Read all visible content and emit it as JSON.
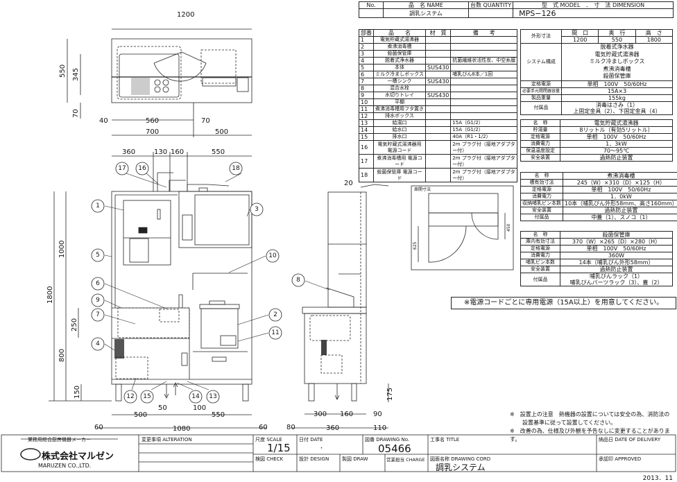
{
  "header": {
    "no_label": "No.",
    "name_label": "品　名 NAME",
    "qty_label": "台数 QUANTITY",
    "model_label": "型　式 MODEL　．　寸　法 DIMENSION",
    "product_name": "調乳システム",
    "model": "MPS−126"
  },
  "parts": {
    "headers": [
      "部番",
      "品　　名",
      "材　質",
      "備　　考"
    ],
    "items": [
      {
        "no": "1",
        "name": "電気貯蔵式湯沸器",
        "material": "",
        "note": ""
      },
      {
        "no": "2",
        "name": "煮沸消毒槽",
        "material": "",
        "note": ""
      },
      {
        "no": "3",
        "name": "殺菌保管庫",
        "material": "",
        "note": ""
      },
      {
        "no": "4",
        "name": "脱着式浄水器",
        "material": "",
        "note": "抗菌繊維状活性炭、中空糸膜"
      },
      {
        "no": "5",
        "name": "本体",
        "material": "SUS430",
        "note": ""
      },
      {
        "no": "6",
        "name": "ミルク冷ましボックス",
        "material": "",
        "note": "哺乳びん8本／1回"
      },
      {
        "no": "7",
        "name": "一槽シンク",
        "material": "SUS430",
        "note": ""
      },
      {
        "no": "8",
        "name": "混合水栓",
        "material": "",
        "note": ""
      },
      {
        "no": "9",
        "name": "水切りトレイ",
        "material": "SUS430",
        "note": ""
      },
      {
        "no": "10",
        "name": "平棚",
        "material": "",
        "note": ""
      },
      {
        "no": "11",
        "name": "煮沸消毒槽用フタ置き",
        "material": "",
        "note": ""
      },
      {
        "no": "12",
        "name": "排水ボックス",
        "material": "",
        "note": ""
      },
      {
        "no": "13",
        "name": "給湯口",
        "material": "",
        "note": "15A（G1/2）"
      },
      {
        "no": "14",
        "name": "給水口",
        "material": "",
        "note": "15A（G1/2）"
      },
      {
        "no": "15",
        "name": "排水口",
        "material": "",
        "note": "40A（R1・1/2）"
      },
      {
        "no": "16",
        "name": "電気貯蔵式湯沸器用 電源コード",
        "material": "",
        "note": "2m プラグ付（接地アダプター付）"
      },
      {
        "no": "17",
        "name": "煮沸消毒槽用 電源コード",
        "material": "",
        "note": "2m プラグ付（接地アダプター付）"
      },
      {
        "no": "18",
        "name": "殺菌保管庫 電源コード",
        "material": "",
        "note": "2m プラグ付（接地アダプター付）"
      }
    ]
  },
  "system_spec": {
    "outer_label": "外形寸法",
    "width_label": "間　口",
    "depth_label": "奥　行",
    "height_label": "高　さ",
    "width": "1200",
    "depth": "550",
    "height": "1800",
    "config_label": "システム構成",
    "config": [
      "脱着式浄水器",
      "電気貯蔵式湯沸器",
      "ミルク冷ましボックス",
      "煮沸消毒槽",
      "殺菌保管庫"
    ],
    "power_label": "定格電源",
    "power": "単相　100V　50/60Hz",
    "breaker_label": "必要手元開閉器容量",
    "breaker": "15A×3",
    "weight_label": "製品重量",
    "weight": "155kg",
    "acc_label": "付属品",
    "acc": [
      "消毒はさみ（1）",
      "上固定金具（2）、下固定金具（4）"
    ]
  },
  "boiler_spec": {
    "rows": [
      {
        "k": "名　称",
        "v": "電気貯蔵式湯沸器"
      },
      {
        "k": "貯湯量",
        "v": "8リットル（有効5リットル）"
      },
      {
        "k": "定格電源",
        "v": "単相　100V　50/60Hz"
      },
      {
        "k": "消費電力",
        "v": "1．3kW"
      },
      {
        "k": "保温温度設定",
        "v": "70〜95℃"
      },
      {
        "k": "安全装置",
        "v": "過熱防止装置"
      }
    ]
  },
  "sterilizer_spec": {
    "rows": [
      {
        "k": "名　称",
        "v": "煮沸消毒槽"
      },
      {
        "k": "槽有効寸法",
        "v": "245（W）×310（D）×125（H）"
      },
      {
        "k": "定格電源",
        "v": "単相　100V　50/60Hz"
      },
      {
        "k": "消費電力",
        "v": "1．0kW"
      },
      {
        "k": "収納哺乳ビン本数",
        "v": "10本（哺乳びん外形58mm、高さ160mm）"
      },
      {
        "k": "安全装置",
        "v": "過熱防止装置"
      },
      {
        "k": "付属品",
        "v": "中蓋（1）、スノコ（1）"
      }
    ]
  },
  "storage_spec": {
    "rows": [
      {
        "k": "名　称",
        "v": "殺菌保管庫"
      },
      {
        "k": "庫内有効寸法",
        "v": "370（W）×265（D）×280（H）"
      },
      {
        "k": "定格電源",
        "v": "単相　100V　50/60Hz"
      },
      {
        "k": "消費電力",
        "v": "360W"
      },
      {
        "k": "哺乳ビン本数",
        "v": "14本（哺乳びん外形58mm）"
      },
      {
        "k": "安全装置",
        "v": "過熱防止装置"
      }
    ],
    "acc_label": "付属品",
    "acc": [
      "哺乳びんラック（1）",
      "哺乳びんパーツラック（3）、蓋（2）"
    ]
  },
  "notice": "※電源コードごとに専用電源（15A以上）を用意してください。",
  "notes": [
    "※　設置上の注意　熱機器の設置については安全の為、消防法の",
    "設置基準に従って設置してください。",
    "※　改善の為、仕様及び外観を予告なしに変更することがあります。"
  ],
  "dimensions": {
    "top": {
      "w": "1200",
      "d": "550",
      "d2": "345",
      "d3": "70",
      "a": "40",
      "b": "560",
      "c": "70",
      "e": "700",
      "f": "500"
    },
    "front": {
      "t1": "360",
      "t2": "130",
      "t3": "160",
      "t4": "550",
      "h": "1800",
      "h1": "1000",
      "h2": "250",
      "h3": "800",
      "h4": "150",
      "b1": "500",
      "b2": "50",
      "b3": "100",
      "b4": "550",
      "b5": "60",
      "b6": "1080",
      "b7": "60"
    },
    "side": {
      "top": "20",
      "h": "175",
      "a": "300",
      "b": "160",
      "c": "90",
      "d": "80",
      "e": "360",
      "f": "110"
    },
    "inset": {
      "title": "扉開寸法",
      "a": "450",
      "b": "625"
    }
  },
  "callouts": [
    "1",
    "2",
    "3",
    "4",
    "5",
    "6",
    "7",
    "8",
    "9",
    "10",
    "11",
    "12",
    "13",
    "14",
    "15",
    "16",
    "17",
    "18"
  ],
  "title_block": {
    "maker_tag": "業務用総合厨房機器メーカー",
    "company": "株式会社マルゼン",
    "company_en": "MARUZEN CO.,LTD.",
    "alteration": "変更事項 ALTERATION",
    "scale_label": "尺度 SCALE",
    "scale": "1/15",
    "date_label": "日付 DATE",
    "date": "・",
    "drawing_no_label": "図番 DRAWING No.",
    "drawing_no": "05466",
    "title_label": "工事名 TITLE",
    "delivery_label": "納品日 DATE OF DELIVERY",
    "check_label": "検図 CHECK",
    "design_label": "設計 DESIGN",
    "draw_label": "製図 DRAW",
    "charge_label": "営業担当 CHARGE",
    "cord_label": "図面名称 DRAWING CORD",
    "cord": "調乳システム",
    "approved_label": "承認印 APPROVED"
  },
  "issue_date": "2013．11"
}
